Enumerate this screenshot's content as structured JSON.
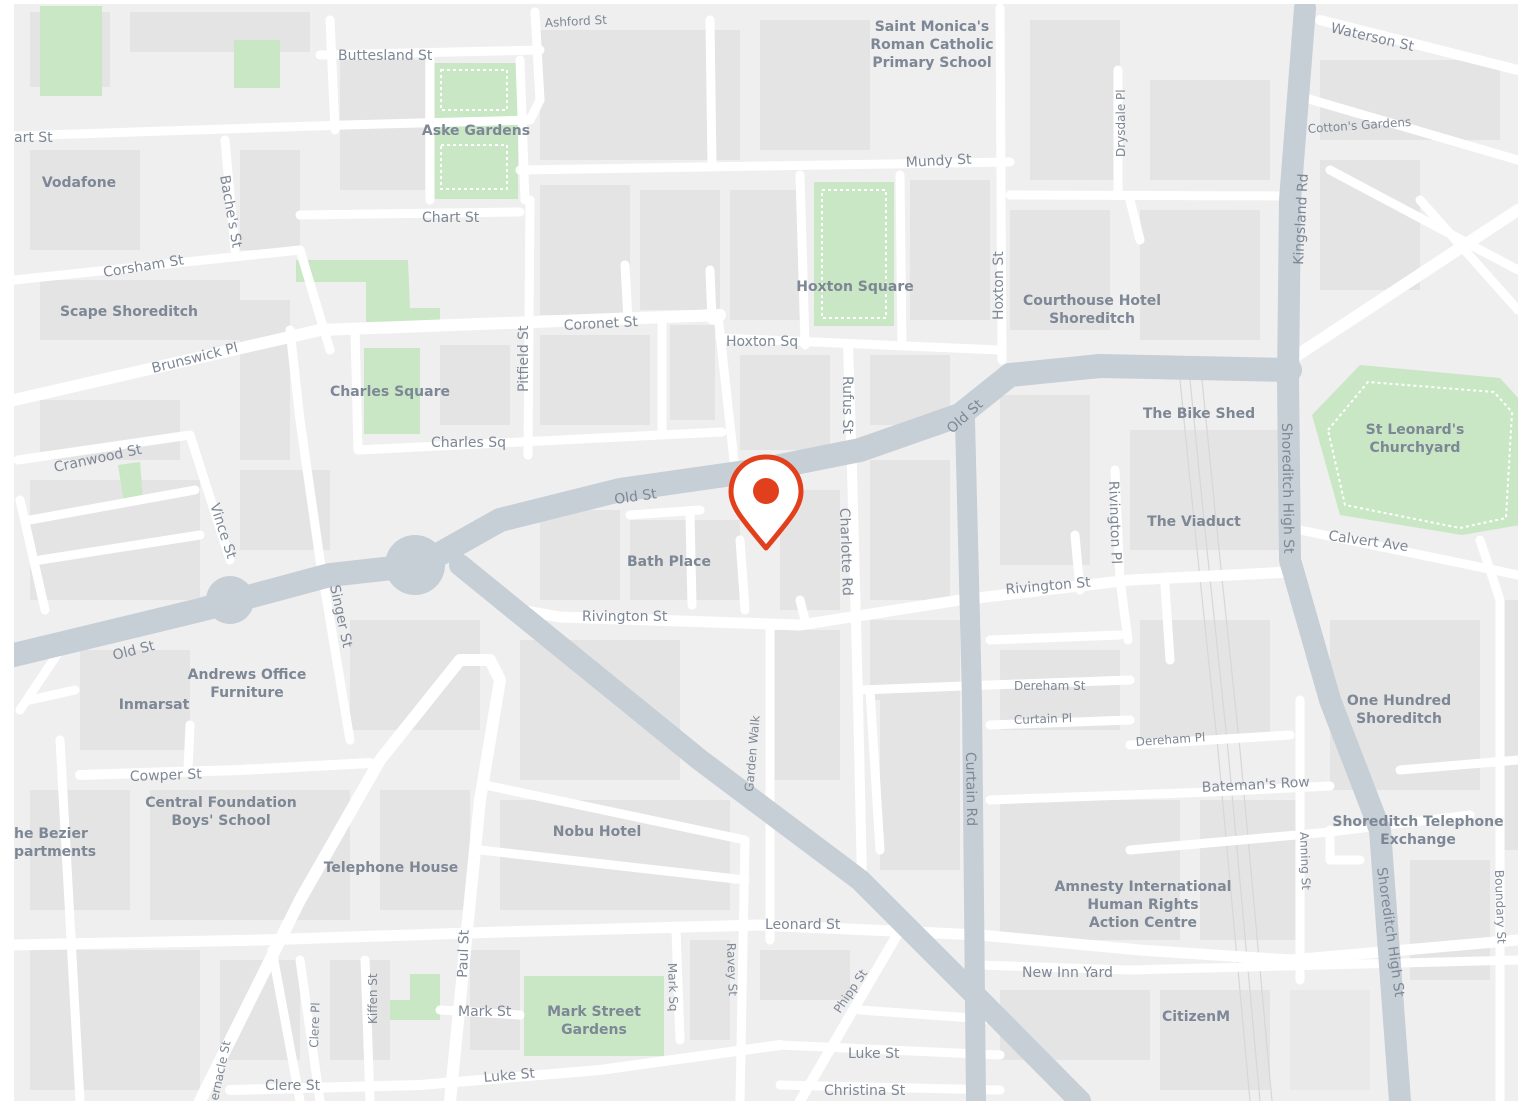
{
  "map": {
    "streets": {
      "ashford_st": "Ashford St",
      "buttesland_st": "Buttesland St",
      "waterson_st": "Waterson St",
      "hart_st": "art St",
      "cottons_gardens": "Cotton's Gardens",
      "mundy_st": "Mundy St",
      "drysdale_pl": "Drysdale Pl",
      "chart_st": "Chart St",
      "baches_st": "Bache's St",
      "corsham_st": "Corsham St",
      "kingsland_rd": "Kingsland Rd",
      "hoxton_st": "Hoxton St",
      "coronet_st": "Coronet St",
      "pitfield_st": "Pitfield St",
      "brunswick_pl": "Brunswick Pl",
      "hoxton_sq": "Hoxton Sq",
      "rufus_st": "Rufus St",
      "old_st_east": "Old St",
      "old_st_mid": "Old St",
      "old_st_west": "Old St",
      "charles_sq": "Charles Sq",
      "cranwood_st": "Cranwood St",
      "shoreditch_high_st_north": "Shoreditch High St",
      "shoreditch_high_st_south": "Shoreditch High St",
      "rivington_pl": "Rivington Pl",
      "vince_st": "Vince St",
      "charlotte_rd": "Charlotte Rd",
      "calvert_ave": "Calvert Ave",
      "rivington_st_east": "Rivington St",
      "rivington_st_west": "Rivington St",
      "singer_st": "Singer St",
      "dereham_st": "Dereham St",
      "curtain_pl": "Curtain Pl",
      "dereham_pl": "Dereham Pl",
      "garden_walk": "Garden Walk",
      "curtain_rd": "Curtain Rd",
      "cowper_st": "Cowper St",
      "batemans_row": "Bateman's Row",
      "anning_st": "Anning St",
      "boundary_st": "Boundary St",
      "leonard_st": "Leonard St",
      "paul_st": "Paul St",
      "kiffen_st": "Kiffen St",
      "clere_pl": "Clere Pl",
      "tabernacle_st": "ernacle St",
      "mark_sq": "Mark Sq",
      "ravey_st": "Ravey St",
      "phipp_st": "Phipp St",
      "new_inn_yard": "New Inn Yard",
      "mark_st": "Mark St",
      "luke_st_west": "Luke St",
      "luke_st_east": "Luke St",
      "clere_st": "Clere St",
      "christina_st": "Christina St"
    },
    "places": {
      "saint_monicas_1": "Saint Monica's",
      "saint_monicas_2": "Roman Catholic",
      "saint_monicas_3": "Primary School",
      "aske_gardens": "Aske Gardens",
      "vodafone": "Vodafone",
      "hoxton_square": "Hoxton Square",
      "courthouse_1": "Courthouse Hotel",
      "courthouse_2": "Shoreditch",
      "scape_shoreditch": "Scape Shoreditch",
      "charles_square": "Charles Square",
      "the_bike_shed": "The Bike Shed",
      "st_leonards_1": "St Leonard's",
      "st_leonards_2": "Churchyard",
      "the_viaduct": "The Viaduct",
      "bath_place": "Bath Place",
      "andrews_1": "Andrews Office",
      "andrews_2": "Furniture",
      "inmarsat": "Inmarsat",
      "one_hundred_1": "One Hundred",
      "one_hundred_2": "Shoreditch",
      "central_foundation_1": "Central Foundation",
      "central_foundation_2": "Boys' School",
      "bezier_1": "he Bezier",
      "bezier_2": "partments",
      "nobu_hotel": "Nobu Hotel",
      "telephone_exchange_1": "Shoreditch Telephone",
      "telephone_exchange_2": "Exchange",
      "telephone_house": "Telephone House",
      "amnesty_1": "Amnesty International",
      "amnesty_2": "Human Rights",
      "amnesty_3": "Action Centre",
      "citizenm": "CitizenM",
      "mark_street_gardens_1": "Mark Street",
      "mark_street_gardens_2": "Gardens"
    },
    "marker": {
      "icon": "map-pin-icon",
      "color": "#e2401c"
    },
    "colors": {
      "background": "#efefef",
      "building": "#e4e4e4",
      "park": "#c9e7c4",
      "major_road": "#c6ced6",
      "street": "#ffffff",
      "label": "#7d8795"
    }
  }
}
